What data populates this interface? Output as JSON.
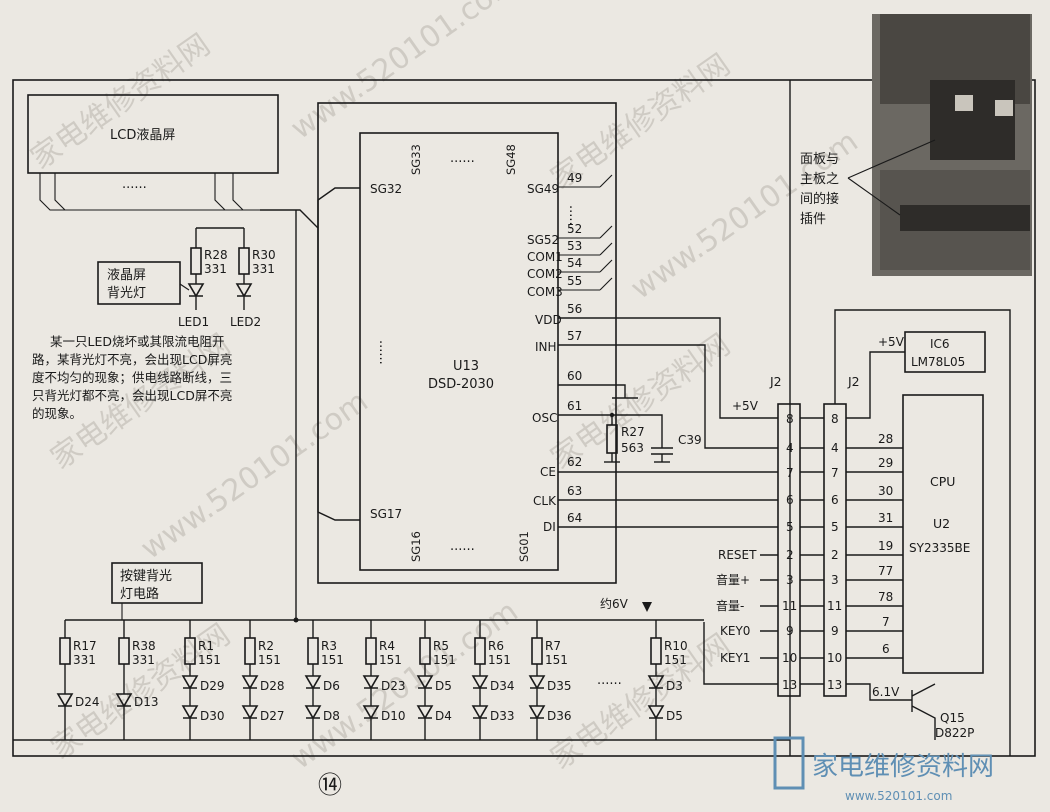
{
  "lcd": {
    "label": "LCD液晶屏",
    "dots": "......"
  },
  "backlight": {
    "callout": [
      "液晶屏",
      "背光灯"
    ],
    "resistors": [
      {
        "name": "R28",
        "value": "331"
      },
      {
        "name": "R30",
        "value": "331"
      }
    ],
    "leds": [
      "LED1",
      "LED2"
    ]
  },
  "note": [
    "某一只LED烧坏或其限流电阻开",
    "路，某背光灯不亮，会出现LCD屏亮",
    "度不均匀的现象；供电线路断线，三",
    "只背光灯都不亮，会出现LCD屏不亮",
    "的现象。"
  ],
  "u13": {
    "name": "U13",
    "part": "DSD-2030",
    "top_pins": [
      "SG33",
      "SG48"
    ],
    "bottom_pins": [
      "SG16",
      "SG01"
    ],
    "left_pins": [
      "SG32",
      "SG17"
    ],
    "right_pins": [
      {
        "label": "SG49",
        "num": "49"
      },
      {
        "label": "SG52",
        "num": "52"
      },
      {
        "label": "COM1",
        "num": "53"
      },
      {
        "label": "COM2",
        "num": "54"
      },
      {
        "label": "COM3",
        "num": "55"
      },
      {
        "label": "VDD",
        "num": "56"
      },
      {
        "label": "INH",
        "num": "57"
      },
      {
        "label": "",
        "num": "60"
      },
      {
        "label": "OSC",
        "num": "61"
      },
      {
        "label": "CE",
        "num": "62"
      },
      {
        "label": "CLK",
        "num": "63"
      },
      {
        "label": "DI",
        "num": "64"
      }
    ],
    "dots": "......",
    "vdots": "......"
  },
  "osc": {
    "r": "R27",
    "r_value": "563",
    "c": "C39"
  },
  "connector": {
    "name": "J2",
    "left_pins": [
      "8",
      "4",
      "7",
      "6",
      "5",
      "2",
      "3",
      "11",
      "9",
      "10",
      "13"
    ],
    "right_pins": [
      "8",
      "4",
      "7",
      "6",
      "5",
      "2",
      "3",
      "11",
      "9",
      "10",
      "13"
    ],
    "signals": [
      "RESET",
      "音量+",
      "音量-",
      "KEY0",
      "KEY1"
    ],
    "plus5v": "+5V"
  },
  "ic6": {
    "name": "IC6",
    "part": "LM78L05",
    "plus5v": "+5V"
  },
  "cpu": {
    "label": "CPU",
    "name": "U2",
    "part": "SY2335BE",
    "pins": [
      "28",
      "29",
      "30",
      "31",
      "19",
      "77",
      "78",
      "7",
      "6"
    ]
  },
  "keys": {
    "callout": [
      "按键背光",
      "灯电路"
    ],
    "voltage": "约6V",
    "resistors": [
      {
        "name": "R17",
        "value": "331"
      },
      {
        "name": "R38",
        "value": "331"
      },
      {
        "name": "R1",
        "value": "151"
      },
      {
        "name": "R2",
        "value": "151"
      },
      {
        "name": "R3",
        "value": "151"
      },
      {
        "name": "R4",
        "value": "151"
      },
      {
        "name": "R5",
        "value": "151"
      },
      {
        "name": "R6",
        "value": "151"
      },
      {
        "name": "R7",
        "value": "151"
      },
      {
        "name": "R10",
        "value": "151"
      }
    ],
    "diodes_top": [
      "D24",
      "D13",
      "D29",
      "D28",
      "D6",
      "D23",
      "D5",
      "D34",
      "D35",
      "D3"
    ],
    "diodes_bottom": [
      "D30",
      "D27",
      "D8",
      "D10",
      "D4",
      "D33",
      "D36",
      "D5"
    ],
    "dots": "......"
  },
  "transistor": {
    "name": "Q15",
    "part": "D822P",
    "voltage": "6.1V"
  },
  "photo": {
    "caption": [
      "面板与",
      "主板之",
      "间的接",
      "插件"
    ]
  },
  "figure_number": "⑭",
  "watermark": {
    "site_cn": "家电维修资料网",
    "site_url": "www.520101.com"
  }
}
